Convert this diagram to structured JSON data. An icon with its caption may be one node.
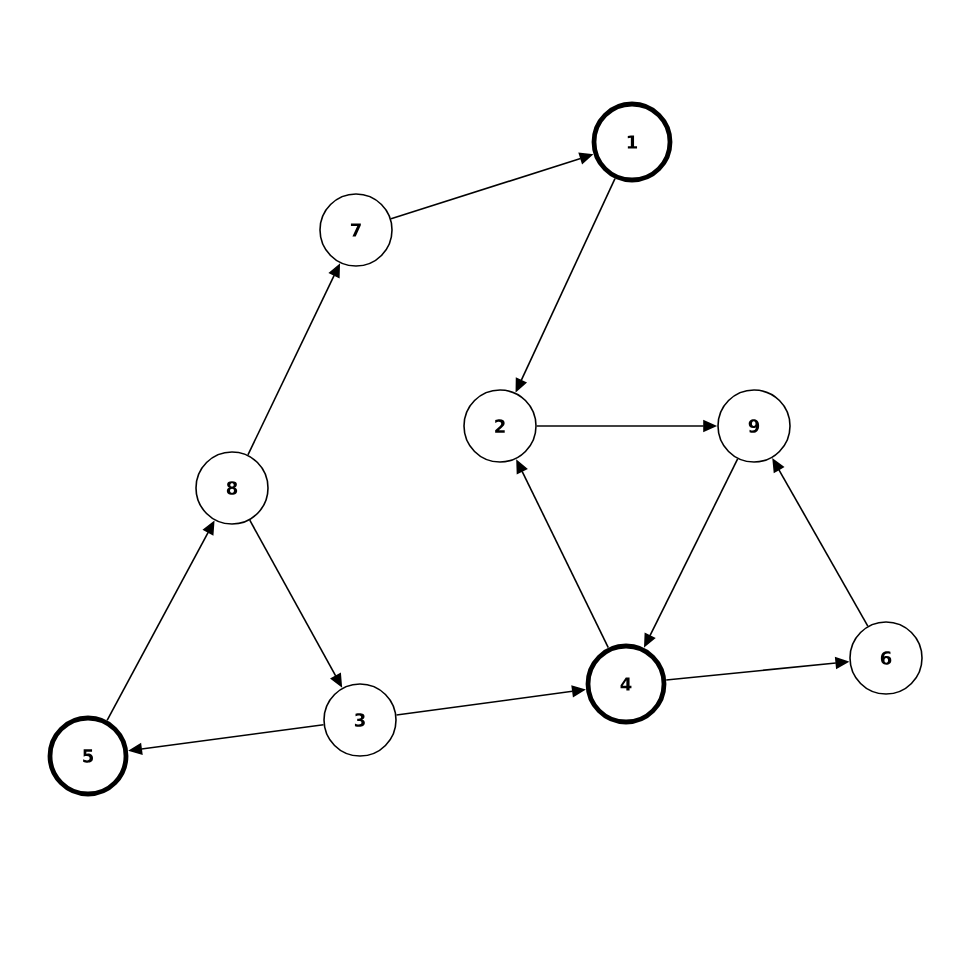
{
  "diagram": {
    "nodes": [
      {
        "text": [
          "1"
        ]
      },
      {
        "text": [
          "7"
        ]
      },
      {
        "text": [
          "2"
        ]
      },
      {
        "text": [
          "9"
        ]
      },
      {
        "text": [
          "8"
        ]
      },
      {
        "text": [
          "4"
        ]
      },
      {
        "text": [
          "6"
        ]
      },
      {
        "text": [
          "3"
        ]
      },
      {
        "text": [
          "5"
        ]
      }
    ],
    "edges": [
      {
        "from": 1,
        "to": 0,
        "arrow": "to"
      },
      {
        "from": 0,
        "to": 2,
        "arrow": "to"
      },
      {
        "from": 2,
        "to": 3,
        "arrow": "to"
      },
      {
        "from": 3,
        "to": 5,
        "arrow": "to"
      },
      {
        "from": 5,
        "to": 2,
        "arrow": "to"
      },
      {
        "from": 5,
        "to": 6,
        "arrow": "to"
      },
      {
        "from": 6,
        "to": 3,
        "arrow": "to"
      },
      {
        "from": 4,
        "to": 1,
        "arrow": "to"
      },
      {
        "from": 4,
        "to": 7,
        "arrow": "to"
      },
      {
        "from": 7,
        "to": 5,
        "arrow": "to"
      },
      {
        "from": 7,
        "to": 8,
        "arrow": "to"
      },
      {
        "from": 8,
        "to": 4,
        "arrow": "to"
      }
    ]
  }
}
